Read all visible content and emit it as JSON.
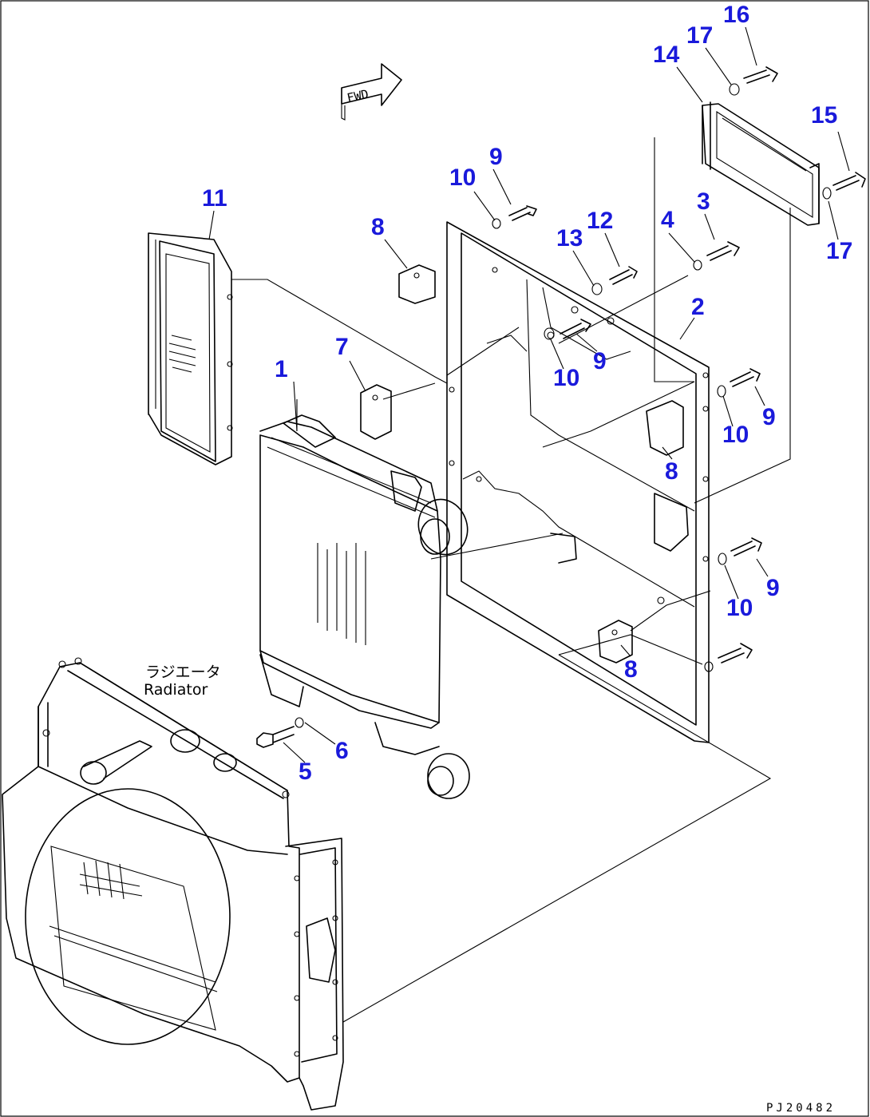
{
  "diagram": {
    "callout_color": "#1a1adb",
    "fwd_label": "FWD",
    "radiator_label_jp": "ラジエータ",
    "radiator_label_en": "Radiator",
    "drawing_code": "PJ20482",
    "callouts": {
      "c1": "1",
      "c2": "2",
      "c3": "3",
      "c4": "4",
      "c5": "5",
      "c6": "6",
      "c7": "7",
      "c8a": "8",
      "c8b": "8",
      "c8c": "8",
      "c9a": "9",
      "c9b": "9",
      "c9c": "9",
      "c9d": "9",
      "c10a": "10",
      "c10b": "10",
      "c10c": "10",
      "c10d": "10",
      "c11": "11",
      "c12": "12",
      "c13": "13",
      "c14": "14",
      "c15": "15",
      "c16": "16",
      "c17a": "17",
      "c17b": "17"
    }
  }
}
